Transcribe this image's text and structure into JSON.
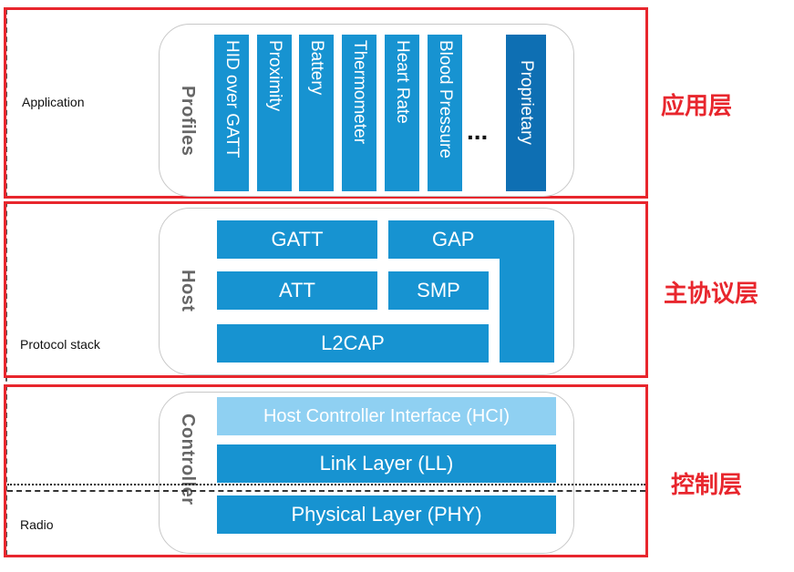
{
  "sections": {
    "application": {
      "side_label": "Application",
      "cn_label": "应用层",
      "panel_heading": "Profiles",
      "profiles": [
        {
          "label": "HID over GATT"
        },
        {
          "label": "Proximity"
        },
        {
          "label": "Battery"
        },
        {
          "label": "Thermometer"
        },
        {
          "label": "Heart Rate"
        },
        {
          "label": "Blood Pressure"
        }
      ],
      "ellipsis": "...",
      "proprietary": "Proprietary"
    },
    "host": {
      "side_label": "Protocol stack",
      "cn_label": "主协议层",
      "panel_heading": "Host",
      "gatt": "GATT",
      "gap": "GAP",
      "att": "ATT",
      "smp": "SMP",
      "l2cap": "L2CAP"
    },
    "controller": {
      "side_label": "Radio",
      "cn_label": "控制层",
      "panel_heading": "Controller",
      "hci": "Host Controller Interface (HCI)",
      "ll": "Link Layer (LL)",
      "phy": "Physical Layer (PHY)"
    }
  },
  "colors": {
    "block_blue": "#1793d1",
    "block_dark_blue": "#0e6fb3",
    "block_light_blue": "#8fd0f2",
    "red_outline": "#e8262d"
  }
}
